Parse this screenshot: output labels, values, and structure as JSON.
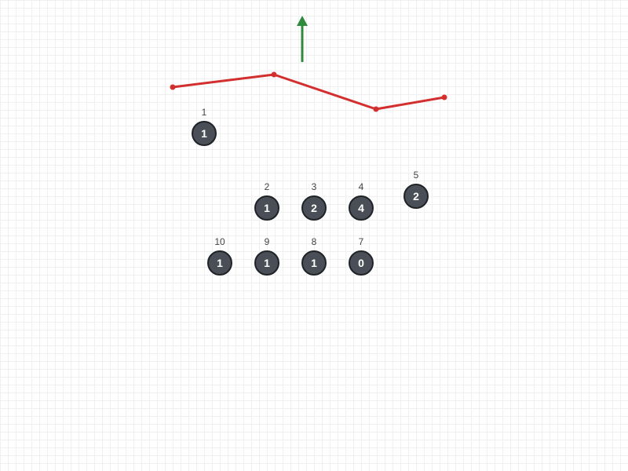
{
  "colors": {
    "path": "#d32f2f",
    "arrow": "#2e8b3e",
    "node_fill": "#4a4f57",
    "node_border": "#1f2328",
    "label": "#444444"
  },
  "nodes": [
    {
      "label": "1",
      "value": "1"
    },
    {
      "label": "2",
      "value": "1"
    },
    {
      "label": "3",
      "value": "2"
    },
    {
      "label": "4",
      "value": "4"
    },
    {
      "label": "5",
      "value": "2"
    },
    {
      "label": "10",
      "value": "1"
    },
    {
      "label": "9",
      "value": "1"
    },
    {
      "label": "8",
      "value": "1"
    },
    {
      "label": "7",
      "value": "0"
    }
  ]
}
